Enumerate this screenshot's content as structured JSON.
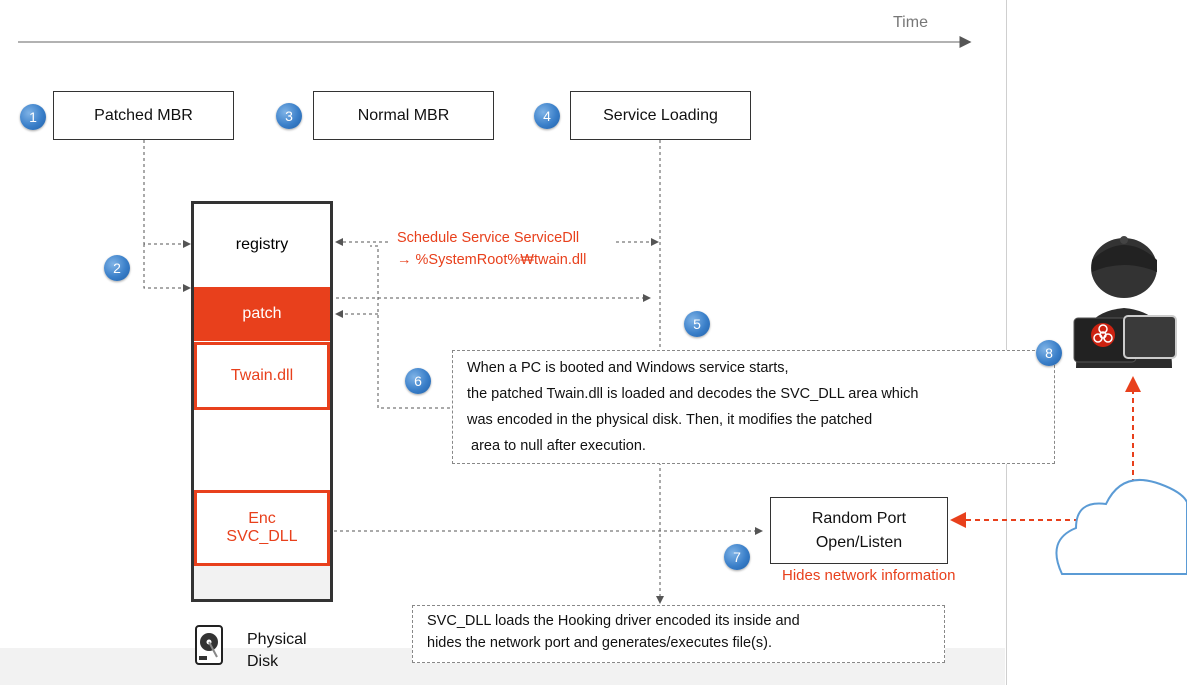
{
  "time_label": "Time",
  "steps": {
    "s1": {
      "num": "1",
      "label": "Patched MBR"
    },
    "s2": {
      "num": "2"
    },
    "s3": {
      "num": "3",
      "label": "Normal MBR"
    },
    "s4": {
      "num": "4",
      "label": "Service Loading"
    },
    "s5": {
      "num": "5"
    },
    "s6": {
      "num": "6"
    },
    "s7": {
      "num": "7"
    },
    "s8": {
      "num": "8"
    }
  },
  "disk": {
    "registry": "registry",
    "patch": "patch",
    "twain": "Twain.dll",
    "enc_line1": "Enc",
    "enc_line2": "SVC_DLL",
    "caption_line1": "Physical",
    "caption_line2": "Disk"
  },
  "schedule": {
    "line1": "Schedule Service ServiceDll",
    "line2": "→ %SystemRoot%₩twain.dll"
  },
  "note5": {
    "line1": "When a PC is booted and Windows service starts,",
    "line2": "the patched Twain.dll is loaded and decodes the SVC_DLL area which",
    "line3": "was encoded in the physical disk. Then, it modifies the patched",
    "line4": " area to null after execution."
  },
  "port": {
    "line1": "Random Port",
    "line2": "Open/Listen",
    "hides": "Hides network information"
  },
  "note_bottom": {
    "line1": "SVC_DLL loads the Hooking driver encoded its inside and",
    "line2": "hides the network port and generates/executes file(s)."
  },
  "colors": {
    "accent_red": "#e8401c",
    "step_blue": "#3a7fc9",
    "patch_fill": "#e8401c"
  },
  "icons": [
    "hard-disk-icon",
    "hacker-icon",
    "biohazard-icon",
    "cloud-icon"
  ]
}
